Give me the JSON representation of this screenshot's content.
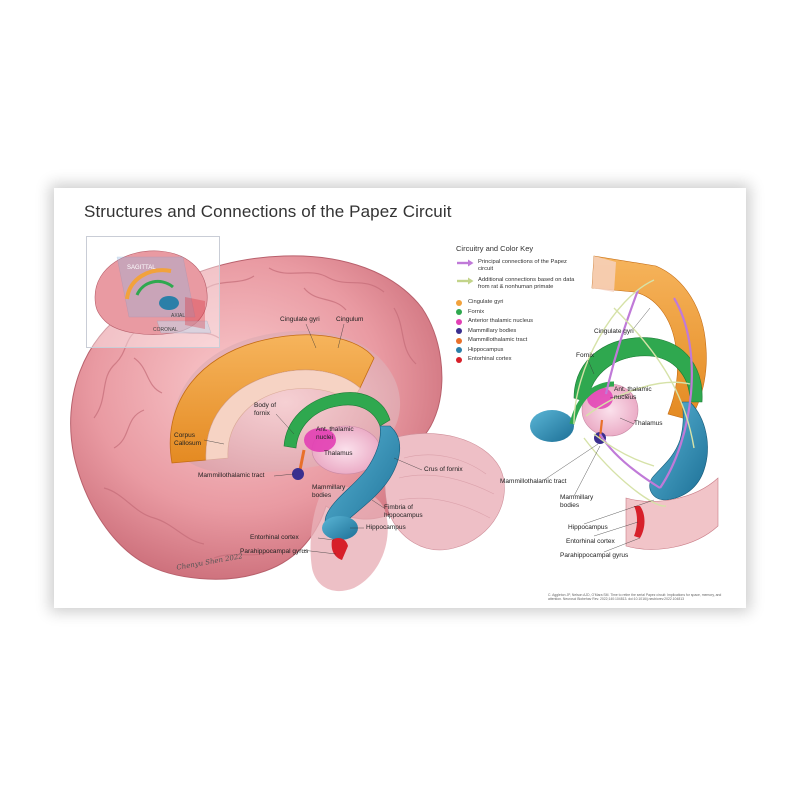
{
  "title": "Structures and Connections of the Papez Circuit",
  "inset": {
    "planes": {
      "sagittal": "SAGITTAL",
      "axial": "AXIAL",
      "coronal": "CORONAL"
    }
  },
  "main_labels": {
    "cingulate_gyri": "Cingulate gyri",
    "cingulum": "Cingulum",
    "body_of_fornix": "Body of fornix",
    "corpus_callosum": "Corpus Callosum",
    "ant_thalamic_nuclei": "Ant. thalamic nuclei",
    "thalamus": "Thalamus",
    "mammillothalamic_tract": "Mammillothalamic tract",
    "mammillary_bodies": "Mammillary bodies",
    "crus_of_fornix": "Crus of fornix",
    "fimbria_of_hippocampus": "Fimbria of hippocampus",
    "hippocampus": "Hippocampus",
    "entorhinal_cortex": "Entorhinal cortex",
    "parahippocampal_gyrus": "Parahippocampal gyrus"
  },
  "key": {
    "title": "Circuitry and Color Key",
    "connections": [
      {
        "label": "Principal connections of the Papez circuit",
        "color": "#c07ad8"
      },
      {
        "label": "Additional connections based on data from rat & nonhuman primate",
        "color": "#d6e2a8"
      }
    ],
    "items": [
      {
        "label": "Cingulate gyri",
        "color": "#f2a23c"
      },
      {
        "label": "Fornix",
        "color": "#2fa84f"
      },
      {
        "label": "Anterior thalamic nucleus",
        "color": "#e23fb4"
      },
      {
        "label": "Mammillary bodies",
        "color": "#3a2f8f"
      },
      {
        "label": "Mammillothalamic tract",
        "color": "#e8702a"
      },
      {
        "label": "Hippocampus",
        "color": "#2b7fa8"
      },
      {
        "label": "Entorhinal cortex",
        "color": "#d7202a"
      }
    ]
  },
  "right_labels": {
    "cingulate_gyri": "Cingulate gyri",
    "fornix": "Fornix",
    "ant_thalamic_nucleus": "Ant. thalamic nucleus",
    "thalamus": "Thalamus",
    "mammillothalamic_tract": "Mammillothalamic tract",
    "mammillary_bodies": "Mammillary bodies",
    "hippocampus": "Hippocampus",
    "entorhinal_cortex": "Entorhinal cortex",
    "parahippocampal_gyrus": "Parahippocampal gyrus"
  },
  "citation": "C. Aggleton JP, Nelson AJD, O'Mara SM. Time to retire the serial Papez circuit: Implications for space, memory, and attention. Neurosci Biobehav Rev. 2022;140:104813. doi:10.1016/j.neubiorev.2022.104813",
  "signature": "Chenyu Shen 2022"
}
